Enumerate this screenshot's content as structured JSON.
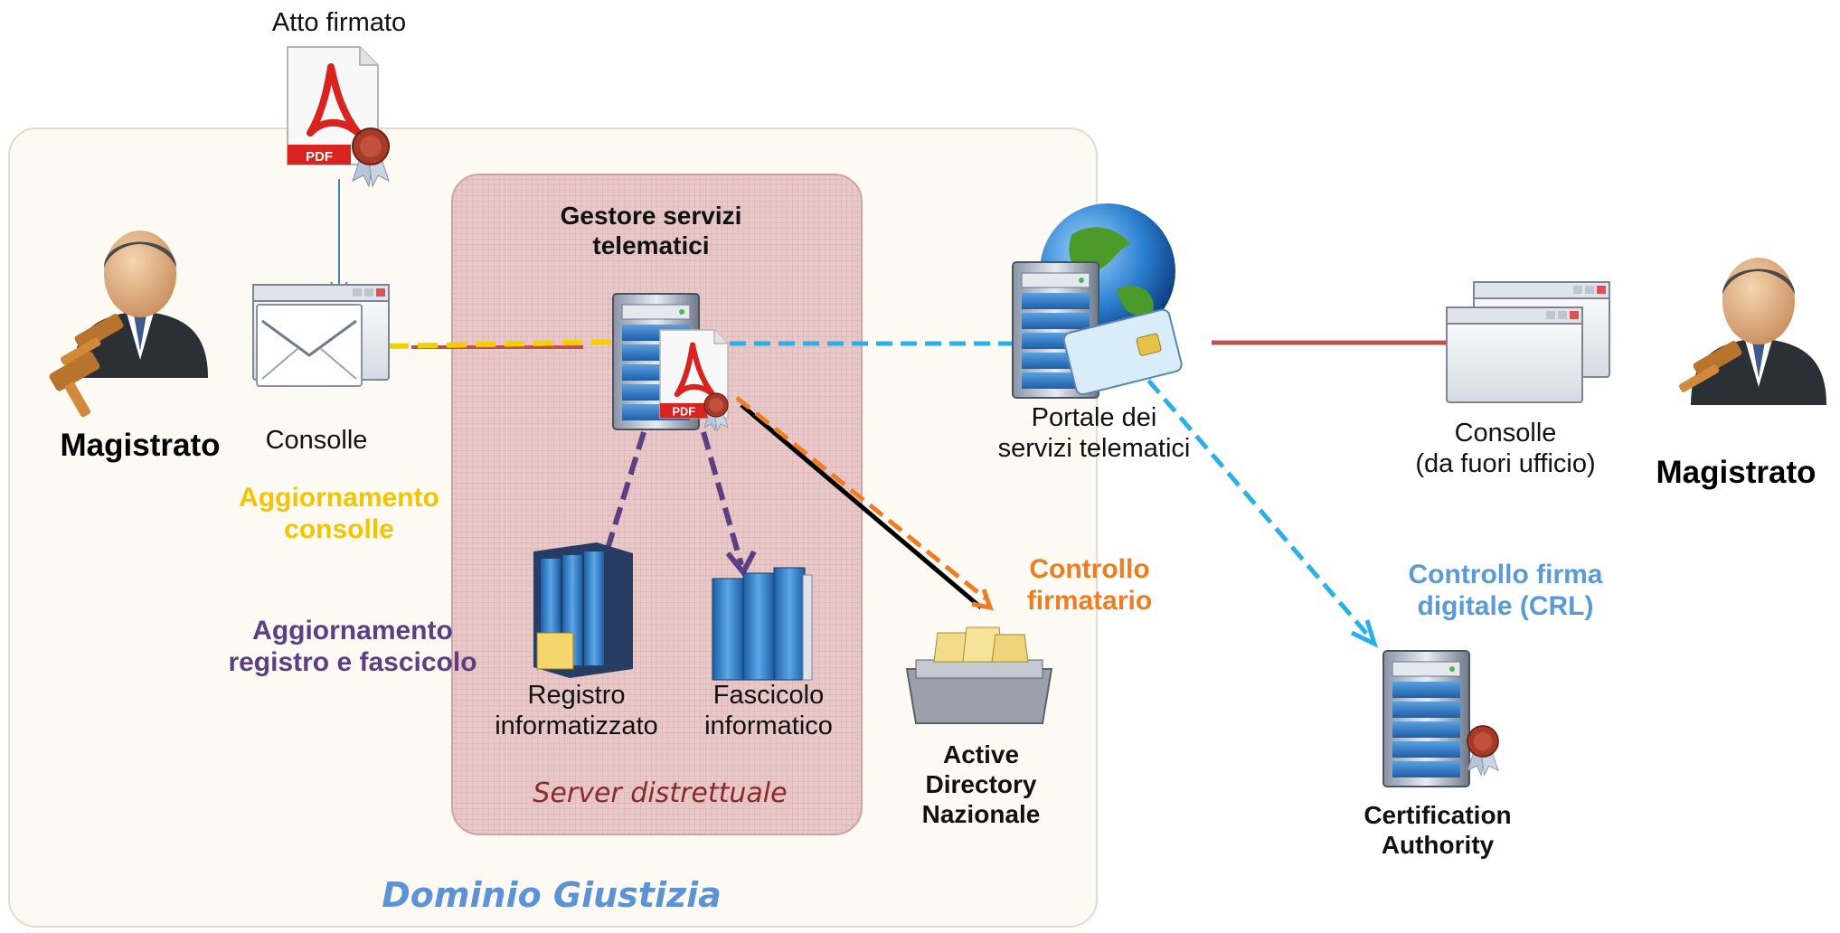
{
  "labels": {
    "signed_act": "Atto firmato",
    "manager_line1": "Gestore servizi",
    "manager_line2": "telematici",
    "magistrate_left": "Magistrato",
    "console_left": "Consolle",
    "update_console_line1": "Aggiornamento",
    "update_console_line2": "consolle",
    "update_registry_line1": "Aggiornamento",
    "update_registry_line2": "registro e fascicolo",
    "registry_line1": "Registro",
    "registry_line2": "informatizzato",
    "file_line1": "Fascicolo",
    "file_line2": "informatico",
    "server_distr": "Server distrettuale",
    "domain": "Dominio Giustizia",
    "ad_line1": "Active",
    "ad_line2": "Directory",
    "ad_line3": "Nazionale",
    "signer_check_line1": "Controllo",
    "signer_check_line2": "firmatario",
    "portal_line1": "Portale dei",
    "portal_line2": "servizi telematici",
    "console_right_line1": "Consolle",
    "console_right_line2": "(da fuori ufficio)",
    "magistrate_right": "Magistrato",
    "sig_check_line1": "Controllo firma",
    "sig_check_line2": "digitale (CRL)",
    "ca_line1": "Certification",
    "ca_line2": "Authority",
    "pdf_badge": "PDF"
  },
  "colors": {
    "yellow_flow": "#f5d000",
    "purple_flow": "#5c3f82",
    "orange_flow": "#ee7d22",
    "blue_flow": "#2ab0e8",
    "red_link": "#c0504d",
    "domain_bg": "#fdfaf3",
    "server_bg": "#e7c9c9"
  },
  "icons": [
    "pdf-icon",
    "seal-icon",
    "magistrate-icon",
    "gavel-icon",
    "mail-window-icon",
    "server-icon",
    "globe-icon",
    "smart-card-icon",
    "window-icon",
    "binder-icon",
    "books-icon",
    "file-drawer-icon"
  ]
}
